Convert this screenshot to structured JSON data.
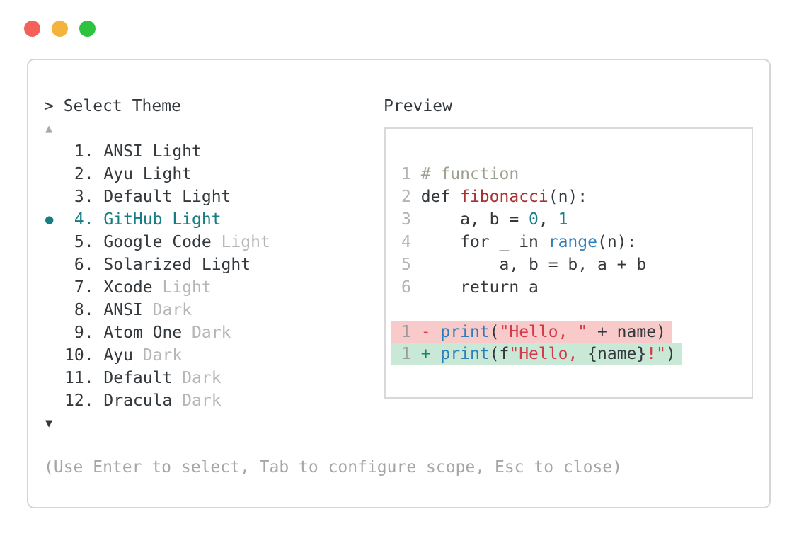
{
  "window": {
    "controls": [
      {
        "name": "close-button",
        "color": "#f4615b"
      },
      {
        "name": "minimize-button",
        "color": "#f3b33d"
      },
      {
        "name": "maximize-button",
        "color": "#2ec33e"
      }
    ]
  },
  "colors": {
    "accent_teal": "#157d84",
    "text_dark": "#33383c",
    "text_muted": "#b6b6b6",
    "comment": "#9aa38f",
    "function_red": "#a93230",
    "builtin_blue": "#2d7eba",
    "string_red": "#d63a4a",
    "plus_green": "#15866d",
    "diff_removed_bg": "#f9caca",
    "diff_added_bg": "#c9e9d6",
    "panel_border": "#d6d6d6"
  },
  "theme_picker": {
    "title": "> Select Theme",
    "scroll_up_icon": "▲",
    "scroll_down_icon": "▼",
    "selected_bullet_icon": "●",
    "items": [
      {
        "num": " 1.",
        "name": "ANSI Light",
        "suffix": "",
        "selected": false
      },
      {
        "num": " 2.",
        "name": "Ayu Light",
        "suffix": "",
        "selected": false
      },
      {
        "num": " 3.",
        "name": "Default Light",
        "suffix": "",
        "selected": false
      },
      {
        "num": " 4.",
        "name": "GitHub Light",
        "suffix": "",
        "selected": true
      },
      {
        "num": " 5.",
        "name": "Google Code",
        "suffix": "Light",
        "selected": false
      },
      {
        "num": " 6.",
        "name": "Solarized Light",
        "suffix": "",
        "selected": false
      },
      {
        "num": " 7.",
        "name": "Xcode",
        "suffix": "Light",
        "selected": false
      },
      {
        "num": " 8.",
        "name": "ANSI",
        "suffix": "Dark",
        "selected": false
      },
      {
        "num": " 9.",
        "name": "Atom One",
        "suffix": "Dark",
        "selected": false
      },
      {
        "num": "10.",
        "name": "Ayu",
        "suffix": "Dark",
        "selected": false
      },
      {
        "num": "11.",
        "name": "Default",
        "suffix": "Dark",
        "selected": false
      },
      {
        "num": "12.",
        "name": "Dracula",
        "suffix": "Dark",
        "selected": false
      }
    ]
  },
  "preview": {
    "title": "Preview",
    "code_lines": [
      {
        "ln": "1",
        "tokens": [
          [
            "# function",
            "comment"
          ]
        ]
      },
      {
        "ln": "2",
        "tokens": [
          [
            "def ",
            "code"
          ],
          [
            "fibonacci",
            "func"
          ],
          [
            "(n):",
            "code"
          ]
        ]
      },
      {
        "ln": "3",
        "tokens": [
          [
            "    a, b = ",
            "code"
          ],
          [
            "0",
            "num"
          ],
          [
            ", ",
            "code"
          ],
          [
            "1",
            "num"
          ]
        ]
      },
      {
        "ln": "4",
        "tokens": [
          [
            "    for _ in ",
            "code"
          ],
          [
            "range",
            "builtin"
          ],
          [
            "(n):",
            "code"
          ]
        ]
      },
      {
        "ln": "5",
        "tokens": [
          [
            "        a, b = b, a + b",
            "code"
          ]
        ]
      },
      {
        "ln": "6",
        "tokens": [
          [
            "    return a",
            "code"
          ]
        ]
      }
    ],
    "diff_lines": [
      {
        "ln": "1",
        "kind": "removed",
        "tokens": [
          [
            " - ",
            "string"
          ],
          [
            "print",
            "builtin"
          ],
          [
            "(",
            "code"
          ],
          [
            "\"Hello, \"",
            "string"
          ],
          [
            " + name)",
            "code"
          ]
        ]
      },
      {
        "ln": "1",
        "kind": "added",
        "tokens": [
          [
            " + ",
            "plus"
          ],
          [
            "print",
            "builtin"
          ],
          [
            "(f",
            "code"
          ],
          [
            "\"Hello, ",
            "string"
          ],
          [
            "{name}",
            "code"
          ],
          [
            "!\"",
            "string"
          ],
          [
            ")",
            "code"
          ]
        ]
      }
    ]
  },
  "footer": {
    "hint": "(Use Enter to select, Tab to configure scope, Esc to close)"
  }
}
